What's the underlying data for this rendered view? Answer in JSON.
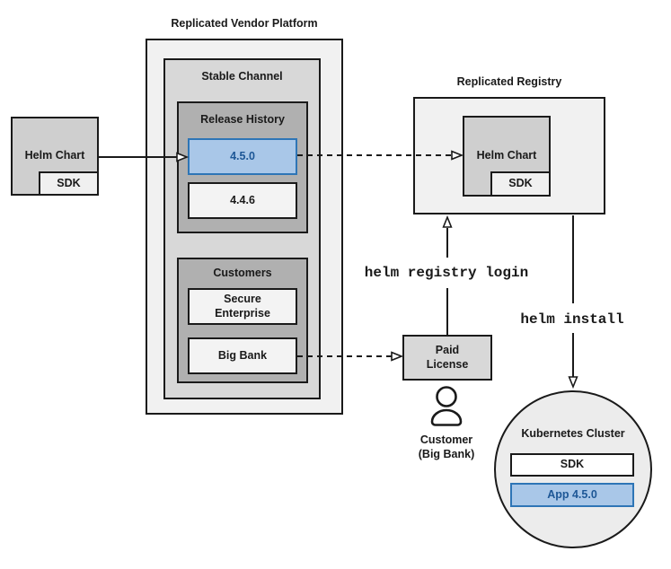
{
  "vendor_platform": {
    "title": "Replicated Vendor Platform",
    "stable_channel": {
      "title": "Stable Channel",
      "release_history": {
        "title": "Release History",
        "releases": [
          {
            "version": "4.5.0",
            "highlighted": true
          },
          {
            "version": "4.4.6",
            "highlighted": false
          }
        ]
      },
      "customers": {
        "title": "Customers",
        "items": [
          {
            "name": "Secure Enterprise"
          },
          {
            "name": "Big Bank"
          }
        ]
      }
    }
  },
  "helm_chart_source": {
    "label": "Helm Chart",
    "sdk": "SDK"
  },
  "registry": {
    "title": "Replicated Registry",
    "helm_chart": {
      "label": "Helm Chart",
      "sdk": "SDK"
    }
  },
  "paid_license": {
    "label": "Paid License"
  },
  "customer_actor": {
    "label": "Customer (Big Bank)",
    "icon": "person-icon"
  },
  "commands": {
    "registry_login": "helm registry login",
    "install": "helm install"
  },
  "kubernetes_cluster": {
    "title": "Kubernetes Cluster",
    "sdk": "SDK",
    "app": "App 4.5.0"
  },
  "colors": {
    "highlight_fill": "#a9c7e8",
    "highlight_border": "#2e75b6",
    "highlight_text": "#1d5796",
    "panel_light": "#f1f1f1",
    "panel_medium": "#d8d8d8",
    "panel_dark": "#b0b0b0",
    "chart_box": "#cfcfcf",
    "line": "#1a1a1a"
  }
}
